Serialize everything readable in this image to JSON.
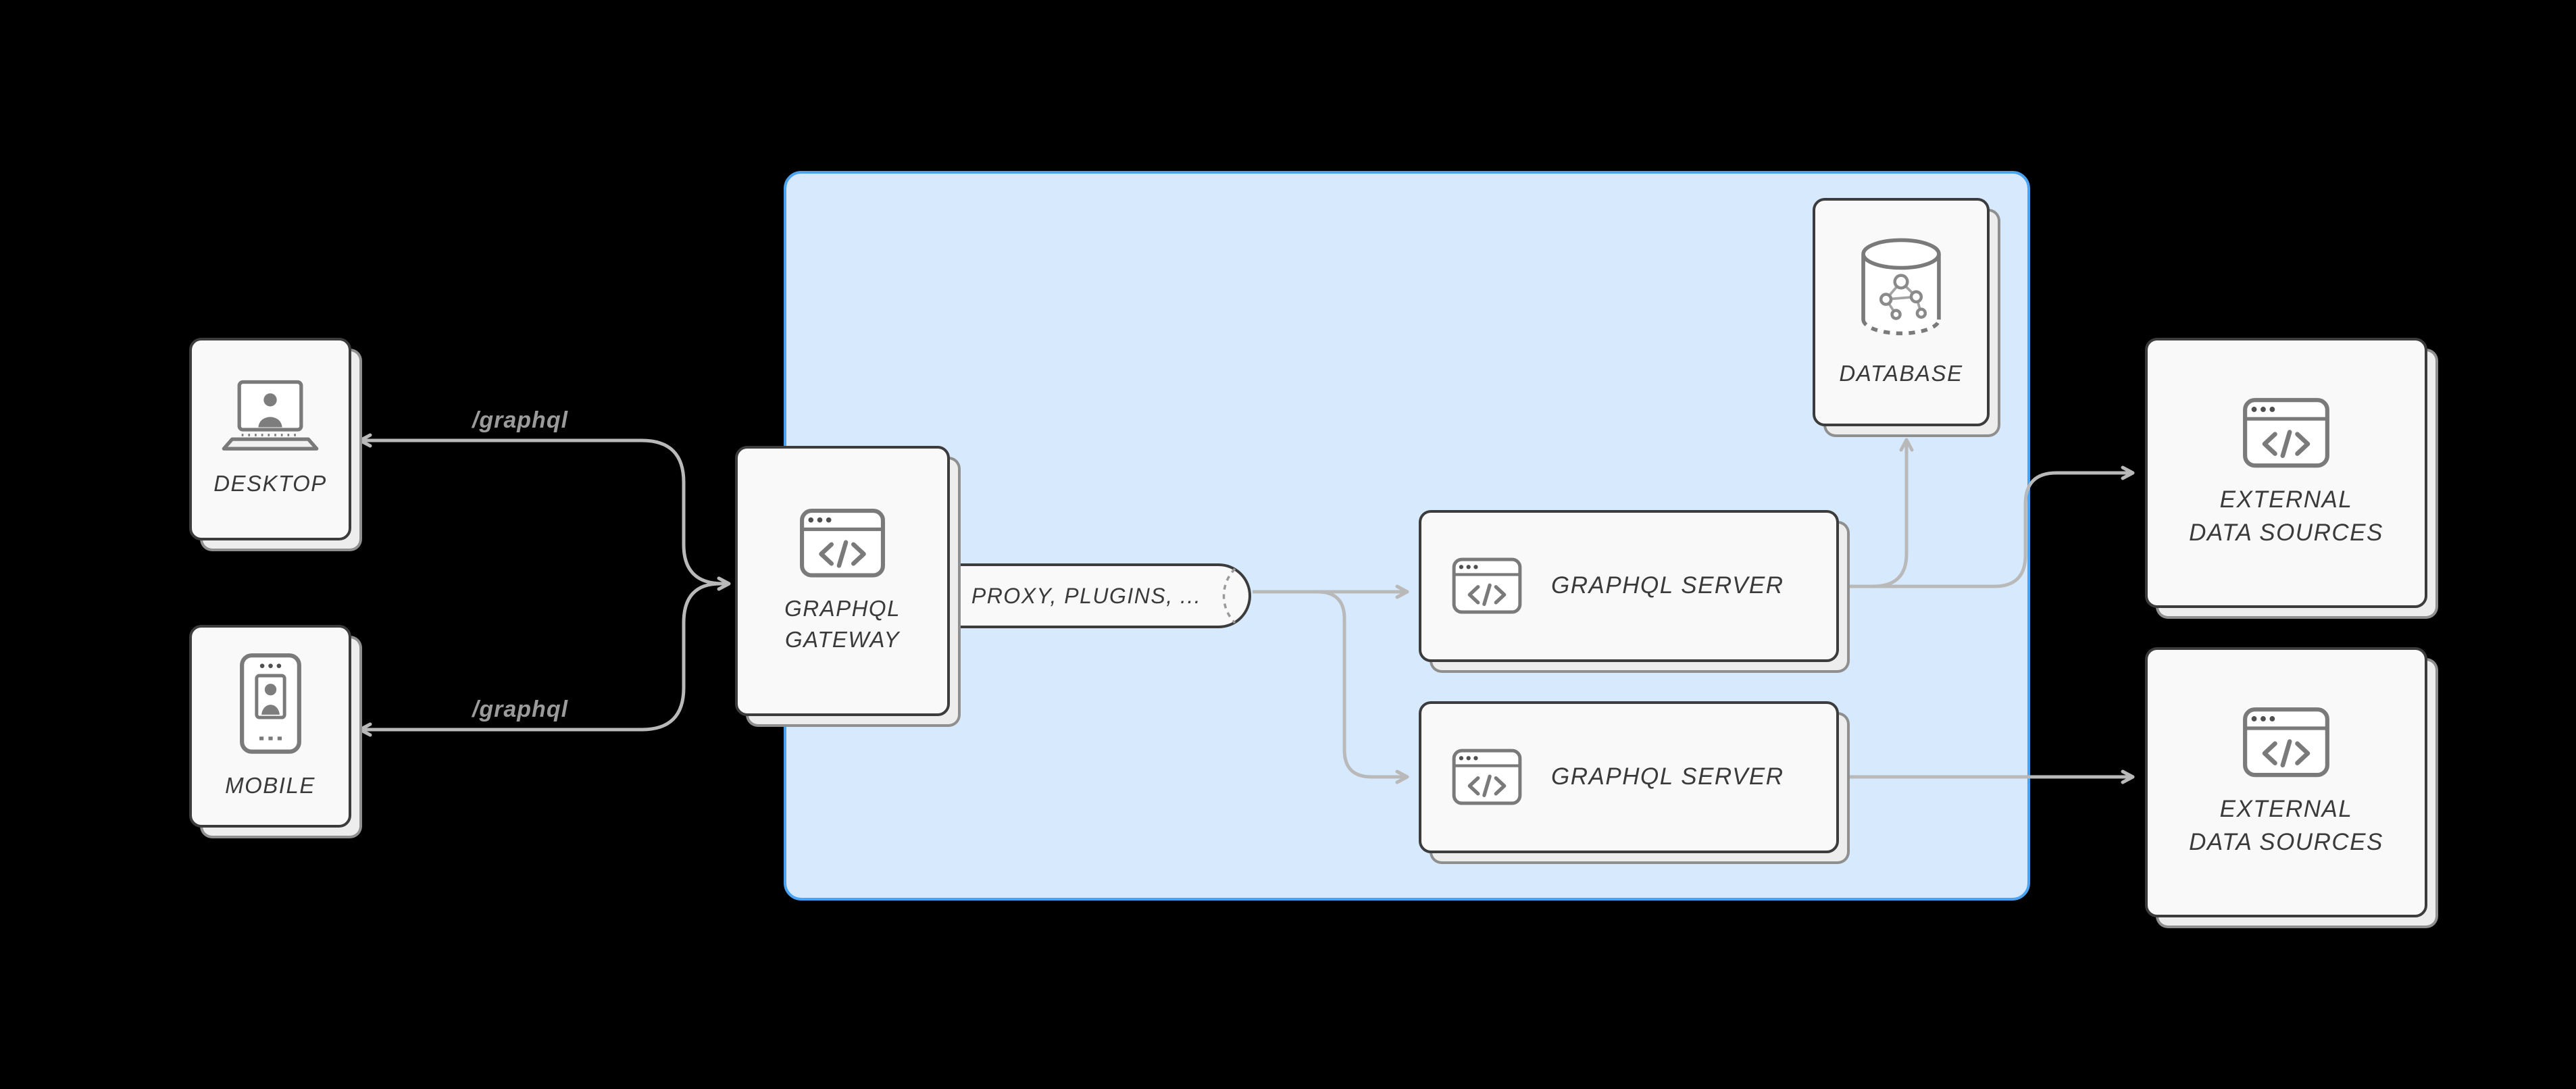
{
  "colors": {
    "bg": "#000000",
    "card_fill": "#f9f9f9",
    "card_border": "#3c3c3c",
    "region_fill": "#d7eafd",
    "region_border": "#4aa3f0",
    "arrow": "#b9b9b9",
    "text": "#3a3a3a",
    "edge_label": "#9b9b9b",
    "icon": "#7a7a7a",
    "icon_dark": "#4f4f4f",
    "person": "#7d7d7d",
    "shadow_fill": "#ededed",
    "shadow_border": "#8f8f8f"
  },
  "nodes": {
    "desktop": {
      "label": "DESKTOP",
      "icon": "laptop-user-icon"
    },
    "mobile": {
      "label": "MOBILE",
      "icon": "mobile-user-icon"
    },
    "gateway": {
      "label": "GRAPHQL\nGATEWAY",
      "icon": "code-window-icon"
    },
    "proxy": {
      "label": "PROXY, PLUGINS, ...",
      "icon": "pipe-cylinder"
    },
    "server_top": {
      "label": "GRAPHQL SERVER",
      "icon": "code-window-icon"
    },
    "server_bottom": {
      "label": "GRAPHQL SERVER",
      "icon": "code-window-icon"
    },
    "database": {
      "label": "DATABASE",
      "icon": "database-icon"
    },
    "external_top": {
      "label": "EXTERNAL\nDATA SOURCES",
      "icon": "code-window-icon"
    },
    "external_bottom": {
      "label": "EXTERNAL\nDATA SOURCES",
      "icon": "code-window-icon"
    }
  },
  "edges": {
    "gateway_to_desktop": {
      "label": "/graphql"
    },
    "gateway_to_mobile": {
      "label": "/graphql"
    }
  }
}
